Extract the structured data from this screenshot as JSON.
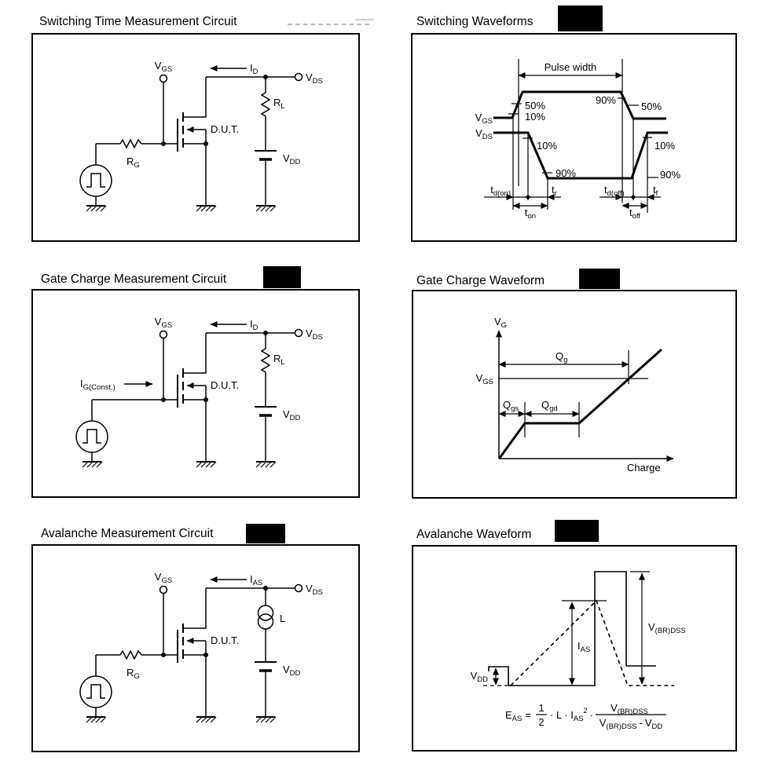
{
  "page": {
    "background": "#ffffff",
    "ink": "#000000",
    "faded_mark_color": "#bdbdbd"
  },
  "panels": {
    "switching_circuit": {
      "title": "Switching Time Measurement Circuit",
      "labels": {
        "vgs": {
          "m": "V",
          "s": "GS"
        },
        "id": {
          "m": "I",
          "s": "D"
        },
        "vds": {
          "m": "V",
          "s": "DS"
        },
        "rl": {
          "m": "R",
          "s": "L"
        },
        "vdd": {
          "m": "V",
          "s": "DD"
        },
        "rg": {
          "m": "R",
          "s": "G"
        },
        "dut": "D.U.T."
      }
    },
    "switching_waveforms": {
      "title": "Switching Waveforms",
      "labels": {
        "pulse_width": "Pulse width",
        "vgs": {
          "m": "V",
          "s": "GS"
        },
        "vds": {
          "m": "V",
          "s": "DS"
        },
        "pct10": "10%",
        "pct50": "50%",
        "pct90": "90%",
        "td_on": {
          "m": "t",
          "s": "d(on)"
        },
        "tr": {
          "m": "t",
          "s": "r"
        },
        "ton": {
          "m": "t",
          "s": "on"
        },
        "td_off": {
          "m": "t",
          "s": "d(off)"
        },
        "tf": {
          "m": "t",
          "s": "f"
        },
        "toff": {
          "m": "t",
          "s": "off"
        }
      }
    },
    "gate_charge_circuit": {
      "title": "Gate Charge Measurement Circuit",
      "labels": {
        "vgs": {
          "m": "V",
          "s": "GS"
        },
        "ig": {
          "m": "I",
          "s": "G(Const.)"
        },
        "id": {
          "m": "I",
          "s": "D"
        },
        "vds": {
          "m": "V",
          "s": "DS"
        },
        "rl": {
          "m": "R",
          "s": "L"
        },
        "vdd": {
          "m": "V",
          "s": "DD"
        },
        "dut": "D.U.T."
      }
    },
    "gate_charge_waveform": {
      "title": "Gate Charge Waveform",
      "labels": {
        "vg": {
          "m": "V",
          "s": "G"
        },
        "vgs": {
          "m": "V",
          "s": "GS"
        },
        "qg": {
          "m": "Q",
          "s": "g"
        },
        "qgs": {
          "m": "Q",
          "s": "gs"
        },
        "qgd": {
          "m": "Q",
          "s": "gd"
        },
        "charge": "Charge"
      }
    },
    "avalanche_circuit": {
      "title": "Avalanche Measurement Circuit",
      "labels": {
        "vgs": {
          "m": "V",
          "s": "GS"
        },
        "ias": {
          "m": "I",
          "s": "AS"
        },
        "vds": {
          "m": "V",
          "s": "DS"
        },
        "l": "L",
        "vdd": {
          "m": "V",
          "s": "DD"
        },
        "rg": {
          "m": "R",
          "s": "G"
        },
        "dut": "D.U.T."
      }
    },
    "avalanche_waveform": {
      "title": "Avalanche Waveform",
      "labels": {
        "vdd": {
          "m": "V",
          "s": "DD"
        },
        "ias": {
          "m": "I",
          "s": "AS"
        },
        "vbrdss": {
          "m": "V",
          "s": "(BR)DSS"
        }
      },
      "equation": {
        "lhs_m": "E",
        "lhs_s": "AS",
        "equals": "=",
        "half_num": "1",
        "half_den": "2",
        "mid_a": "· L · I",
        "mid_sub": "AS",
        "mid_sup": "2",
        "mid_dot": "·",
        "num_m": "V",
        "num_s": "(BR)DSS",
        "den_a_m": "V",
        "den_a_s": "(BR)DSS",
        "minus": "-",
        "den_b_m": "V",
        "den_b_s": "DD"
      }
    }
  }
}
